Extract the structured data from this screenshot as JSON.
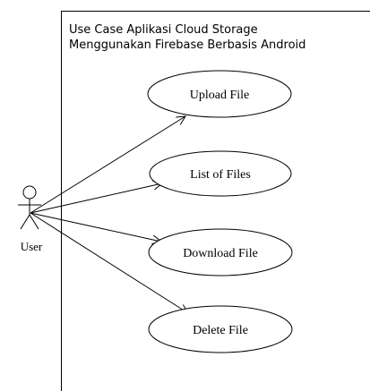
{
  "diagram": {
    "system_title": [
      "Use Case Aplikasi Cloud Storage",
      "Menggunakan Firebase Berbasis Android"
    ],
    "actor": {
      "name": "User"
    },
    "use_cases": [
      {
        "label": "Upload File"
      },
      {
        "label": "List of Files"
      },
      {
        "label": "Download File"
      },
      {
        "label": "Delete File"
      }
    ]
  }
}
